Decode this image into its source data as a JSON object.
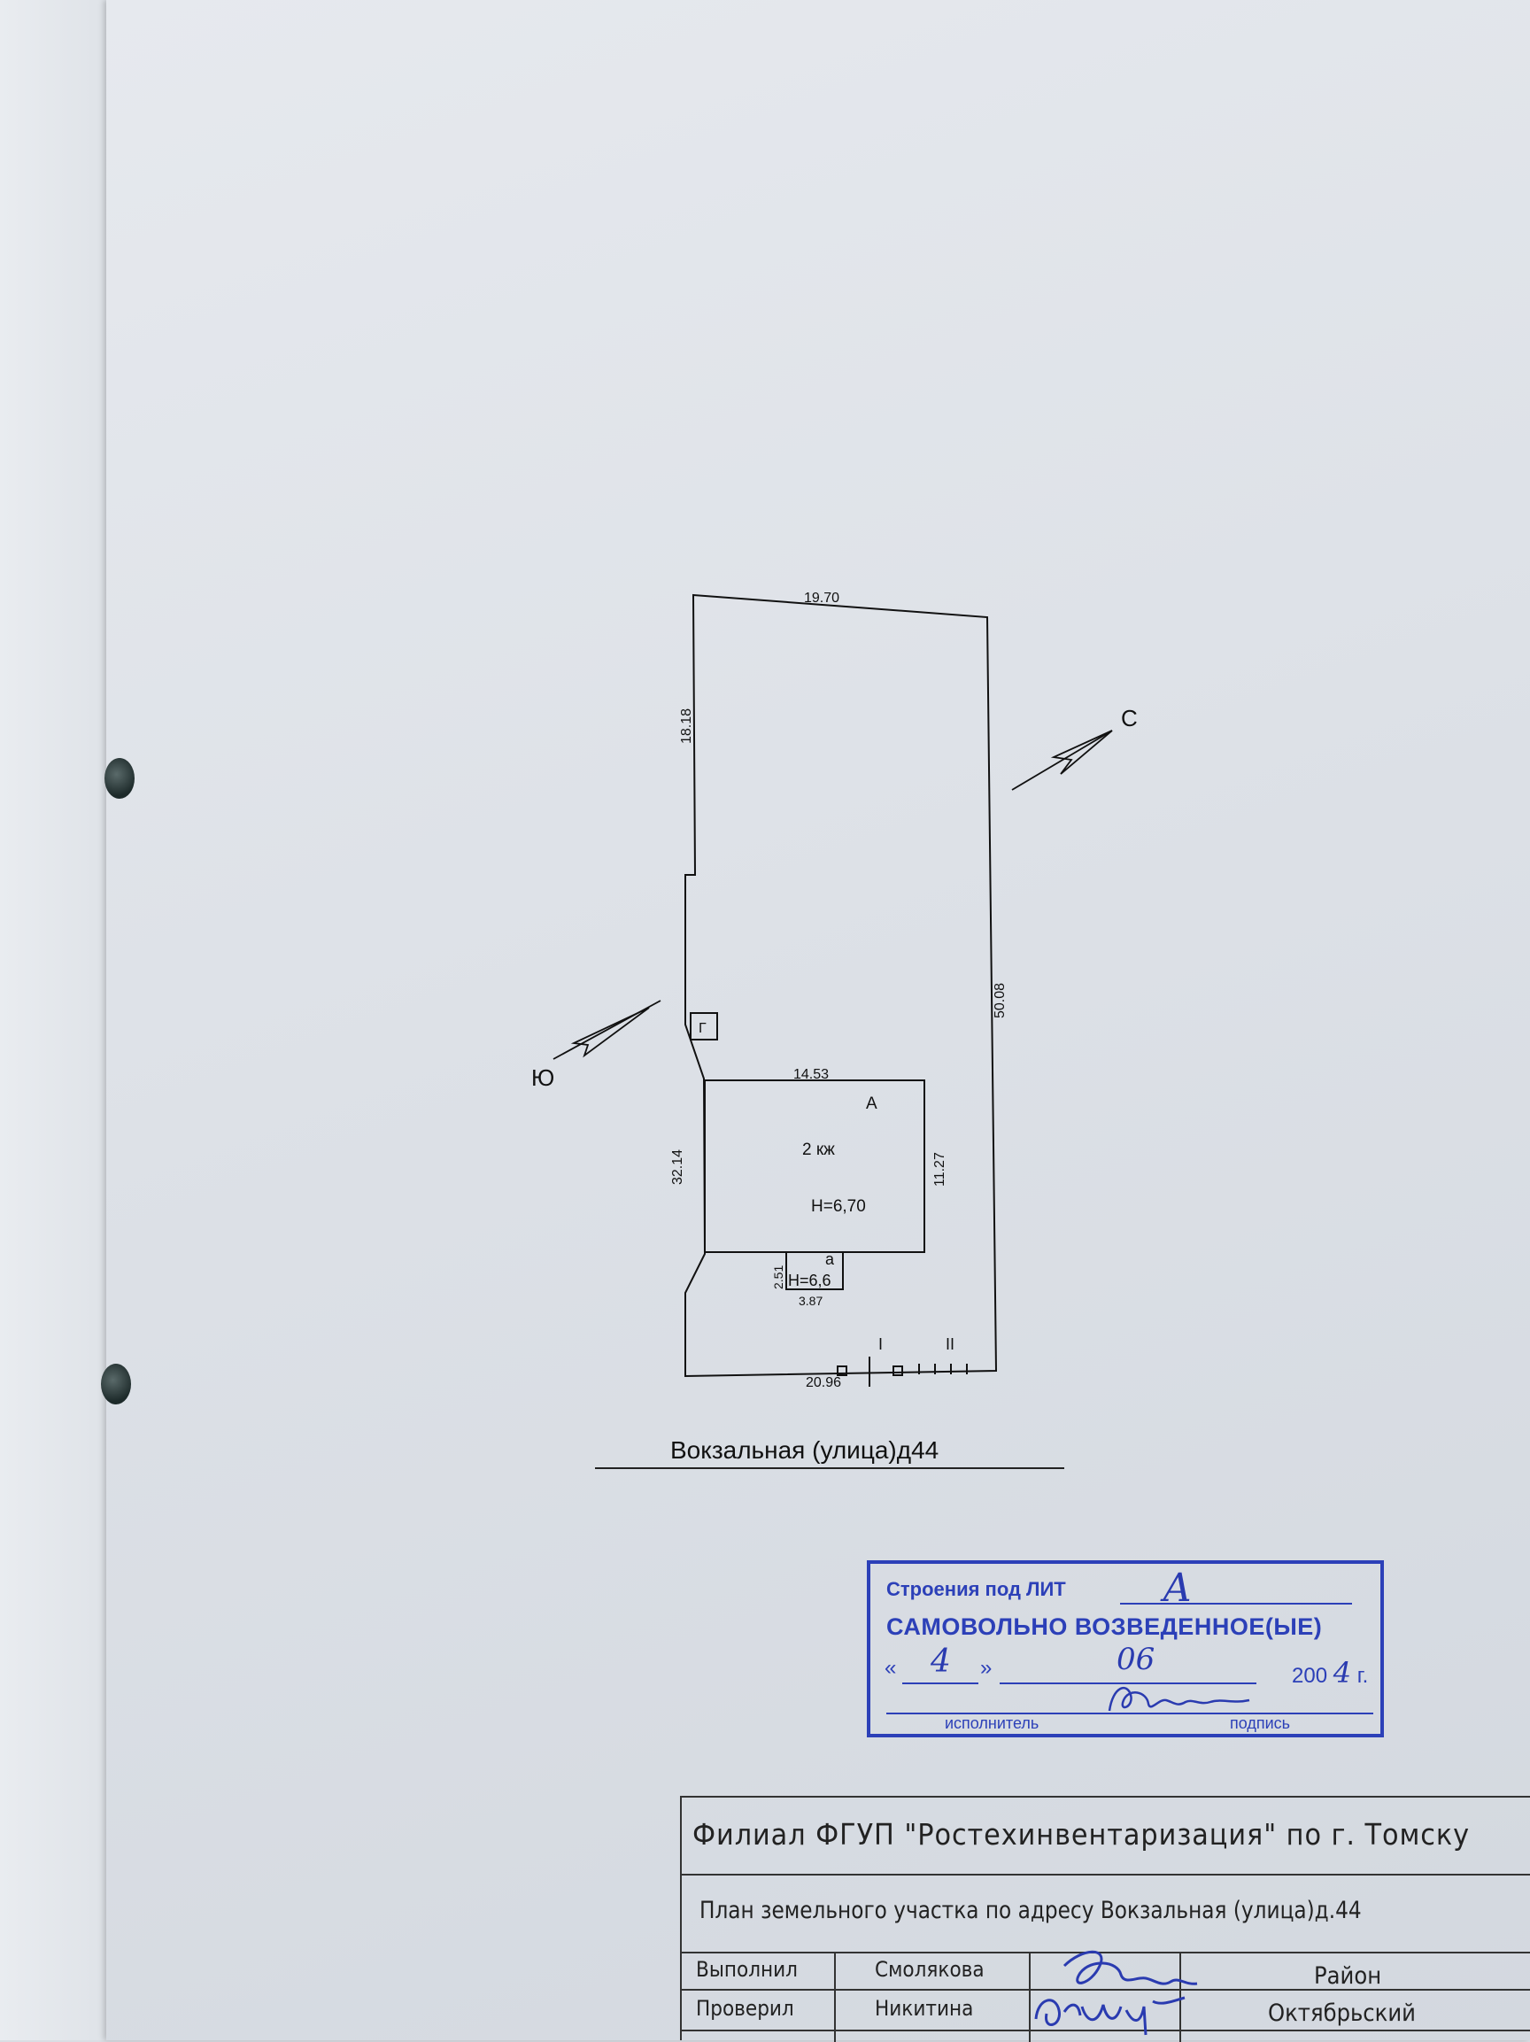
{
  "plan": {
    "dimensions": {
      "top": "19.70",
      "left_upper": "18.18",
      "right": "50.08",
      "left_lower": "32.14",
      "building_top": "14.53",
      "building_right": "11.27",
      "annex_height": "2.51",
      "annex_width": "3.87",
      "bottom": "20.96"
    },
    "labels": {
      "north": "С",
      "south": "Ю",
      "garage": "Г",
      "building_letter": "А",
      "building_floors": "2 кж",
      "building_height": "Н=6,70",
      "annex_letter": "а",
      "annex_height_label": "Н=6,6",
      "gate_one": "I",
      "gate_two": "II"
    },
    "street": "Вокзальная (улица)д44"
  },
  "stamp": {
    "line1": "Строения под ЛИТ",
    "line1_hand": "А",
    "line2": "САМОВОЛЬНО ВОЗВЕДЕННОЕ(ЫЕ)",
    "quote_open": "«",
    "day_hand": "4",
    "quote_close": "»",
    "month_hand": "06",
    "year_prefix": "200",
    "year_hand": "4",
    "year_suffix": "г.",
    "executor_label": "исполнитель",
    "signature_label": "подпись"
  },
  "title_block": {
    "organization": "Филиал ФГУП \"Ростехинвентаризация\" по г. Томску",
    "plan_title": "План земельного участка по адресу Вокзальная (улица)д.44",
    "performed_label": "Выполнил",
    "performed_name": "Смолякова",
    "checked_label": "Проверил",
    "checked_name": "Никитина",
    "district_label": "Район",
    "district_value": "Октябрьский"
  }
}
